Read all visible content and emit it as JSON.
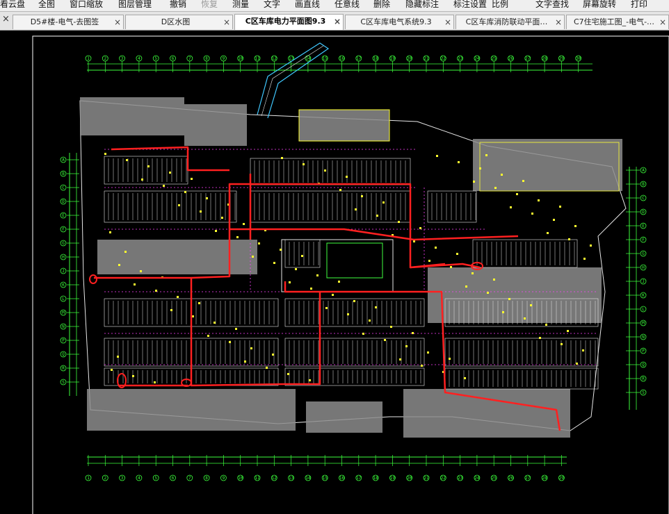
{
  "toolbar": {
    "items": [
      {
        "label": "看云盘",
        "enabled": true
      },
      {
        "label": "全图",
        "enabled": true
      },
      {
        "label": "窗口缩放",
        "enabled": true
      },
      {
        "label": "图层管理",
        "enabled": true
      },
      {
        "label": "撤销",
        "enabled": true
      },
      {
        "label": "恢复",
        "enabled": false
      },
      {
        "label": "测量",
        "enabled": true
      },
      {
        "label": "文字",
        "enabled": true
      },
      {
        "label": "画直线",
        "enabled": true
      },
      {
        "label": "任意线",
        "enabled": true
      },
      {
        "label": "删除",
        "enabled": true
      },
      {
        "label": "隐藏标注",
        "enabled": true
      },
      {
        "label": "标注设置",
        "enabled": true
      },
      {
        "label": "比例",
        "enabled": true
      },
      {
        "label": "文字查找",
        "enabled": true
      },
      {
        "label": "屏幕旋转",
        "enabled": true
      },
      {
        "label": "打印",
        "enabled": true
      }
    ]
  },
  "tabs": {
    "close_all_label": "×",
    "items": [
      {
        "label": "D5#楼-电气-去图签",
        "active": false
      },
      {
        "label": "D区水图",
        "active": false
      },
      {
        "label": "C区车库电力平面图9.3",
        "active": true
      },
      {
        "label": "C区车库电气系统9.3",
        "active": false
      },
      {
        "label": "C区车库消防联动平面…",
        "active": false
      },
      {
        "label": "C7住宅施工图_-电气-…",
        "active": false
      }
    ],
    "close_glyph": "×"
  },
  "drawing": {
    "grid_top_labels": [
      "1",
      "2",
      "3",
      "4",
      "5",
      "6",
      "7",
      "8",
      "9",
      "10",
      "11",
      "12",
      "13",
      "14",
      "15",
      "16",
      "17",
      "18",
      "19",
      "20",
      "21",
      "22",
      "23",
      "24",
      "25",
      "26",
      "27",
      "28",
      "29",
      "30"
    ],
    "grid_left_labels": [
      "A",
      "B",
      "C",
      "D",
      "E",
      "F",
      "G",
      "H",
      "J",
      "K",
      "L",
      "M",
      "N",
      "P",
      "Q",
      "R",
      "S"
    ],
    "colors": {
      "background": "#000000",
      "border": "#ffffff",
      "grid": "#3cff3c",
      "power_route": "#ff2020",
      "building_fill": "#8c8c8c",
      "parking": "#e8e8e8",
      "drive_lane": "#ff40ff",
      "fixtures": "#ffff30",
      "walls": "#e8e8e8",
      "ramp": "#40c8ff"
    }
  }
}
